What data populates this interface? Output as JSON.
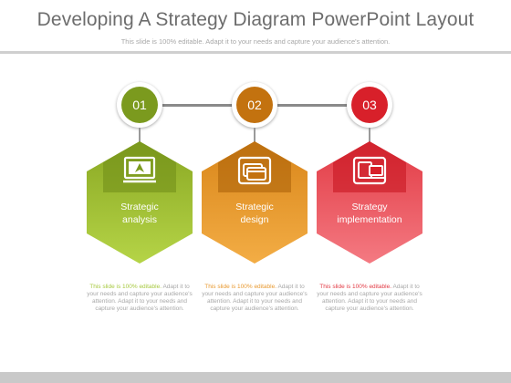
{
  "header": {
    "title": "Developing A Strategy Diagram PowerPoint Layout",
    "subtitle": "This slide is 100% editable. Adapt it to your needs and capture your audience's attention."
  },
  "steps": [
    {
      "number": "01",
      "label_line1": "Strategic",
      "label_line2": "analysis",
      "icon": "presentation-board-icon",
      "color_dark": "#7b9a1e",
      "color_light": "#a7c940",
      "desc_lead": "This slide is 100% editable.",
      "desc_rest": "Adapt it to your needs and capture your audience's attention. Adapt it to your needs and capture your audience's attention."
    },
    {
      "number": "02",
      "label_line1": "Strategic",
      "label_line2": "design",
      "icon": "credit-cards-icon",
      "color_dark": "#c3720f",
      "color_light": "#f0a43a",
      "desc_lead": "This slide is 100% editable.",
      "desc_rest": "Adapt it to your needs and capture your audience's attention. Adapt it to your needs and capture your audience's attention."
    },
    {
      "number": "03",
      "label_line1": "Strategy",
      "label_line2": "implementation",
      "icon": "devices-icon",
      "color_dark": "#d8202a",
      "color_light": "#f26b74",
      "desc_lead": "This slide is 100% editable.",
      "desc_rest": "Adapt it to your needs and capture your audience's attention. Adapt it to your needs and capture your audience's attention."
    }
  ],
  "colors": {
    "title": "#6d6d6d",
    "connector": "#8a8a8a",
    "desc_lead_green": "#a7c940",
    "desc_lead_orange": "#e8992f",
    "desc_lead_red": "#e23a44"
  }
}
